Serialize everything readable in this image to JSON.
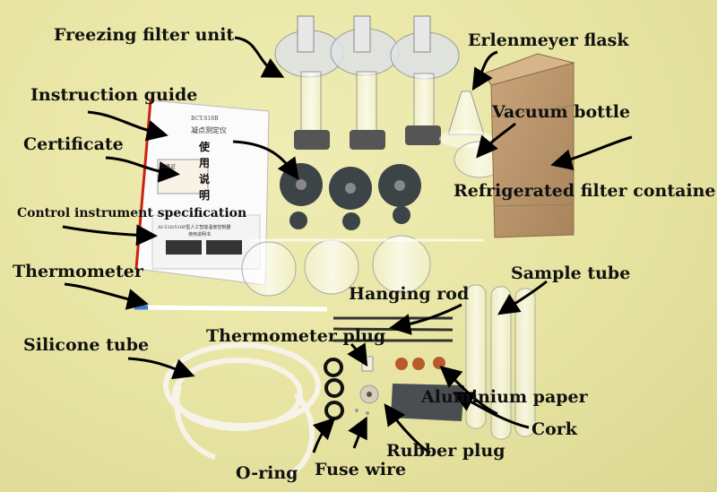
{
  "labels": {
    "freezing_filter_unit": "Freezing filter unit",
    "erlenmeyer_flask": "Erlenmeyer flask",
    "instruction_guide": "Instruction guide",
    "vacuum_bottle": "Vacuum bottle",
    "certificate": "Certificate",
    "refrigerated_filter_container": "Refrigerated filter containe",
    "control_instrument_specification": "Control instrument specification",
    "thermometer": "Thermometer",
    "sample_tube": "Sample tube",
    "hanging_rod": "Hanging rod",
    "thermometer_plug": "Thermometer plug",
    "silicone_tube": "Silicone tube",
    "aluminium_paper": "Aluminium paper",
    "cork": "Cork",
    "rubber_plug": "Rubber plug",
    "o_ring": "O-ring",
    "fuse_wire": "Fuse wire"
  },
  "booklet": {
    "model": "BCT-S18B",
    "title_cn": "凝点测定仪",
    "chars": [
      "使",
      "用",
      "说",
      "明"
    ],
    "spec_title": "AI-518/518P型人工智能温度控制器",
    "spec_subtitle": "使用说明书"
  },
  "certificate_text": "合格证"
}
